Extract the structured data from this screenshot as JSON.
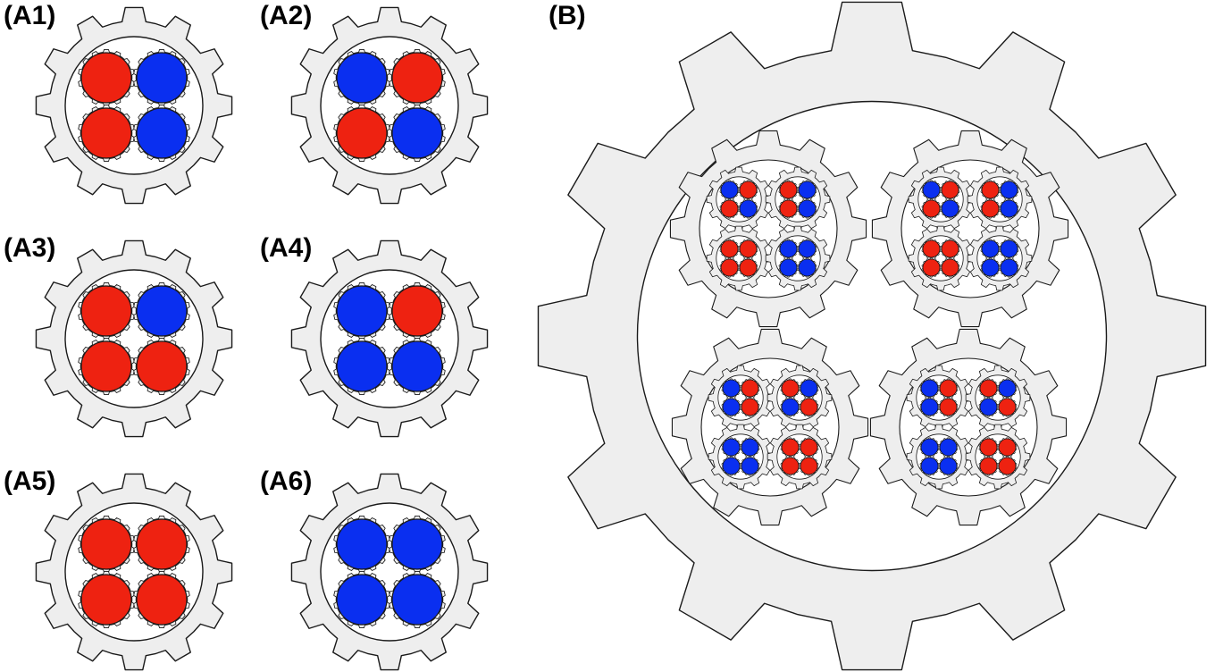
{
  "colors": {
    "red": "#ee2211",
    "blue": "#0a2ff0",
    "gear_fill": "#eeeeee",
    "stroke": "#1a1a1a"
  },
  "panels": [
    {
      "label": "(A1)",
      "pattern": [
        [
          "red",
          "blue"
        ],
        [
          "red",
          "blue"
        ]
      ]
    },
    {
      "label": "(A2)",
      "pattern": [
        [
          "blue",
          "red"
        ],
        [
          "red",
          "blue"
        ]
      ]
    },
    {
      "label": "(A3)",
      "pattern": [
        [
          "red",
          "blue"
        ],
        [
          "red",
          "red"
        ]
      ]
    },
    {
      "label": "(A4)",
      "pattern": [
        [
          "blue",
          "red"
        ],
        [
          "blue",
          "blue"
        ]
      ]
    },
    {
      "label": "(A5)",
      "pattern": [
        [
          "red",
          "red"
        ],
        [
          "red",
          "red"
        ]
      ]
    },
    {
      "label": "(A6)",
      "pattern": [
        [
          "blue",
          "blue"
        ],
        [
          "blue",
          "blue"
        ]
      ]
    }
  ],
  "panel_b": {
    "label": "(B)",
    "sub_gears": [
      {
        "pattern": [
          [
            [
              "blue",
              "red"
            ],
            [
              "red",
              "blue"
            ]
          ],
          [
            [
              "red",
              "blue"
            ],
            [
              "red",
              "blue"
            ]
          ],
          [
            [
              "red",
              "red"
            ],
            [
              "red",
              "red"
            ]
          ],
          [
            [
              "blue",
              "blue"
            ],
            [
              "blue",
              "blue"
            ]
          ]
        ]
      },
      {
        "pattern": [
          [
            [
              "blue",
              "red"
            ],
            [
              "red",
              "blue"
            ]
          ],
          [
            [
              "red",
              "blue"
            ],
            [
              "red",
              "blue"
            ]
          ],
          [
            [
              "red",
              "red"
            ],
            [
              "red",
              "red"
            ]
          ],
          [
            [
              "blue",
              "blue"
            ],
            [
              "blue",
              "blue"
            ]
          ]
        ]
      },
      {
        "pattern": [
          [
            [
              "blue",
              "red"
            ],
            [
              "blue",
              "red"
            ]
          ],
          [
            [
              "red",
              "blue"
            ],
            [
              "blue",
              "red"
            ]
          ],
          [
            [
              "blue",
              "blue"
            ],
            [
              "blue",
              "blue"
            ]
          ],
          [
            [
              "red",
              "red"
            ],
            [
              "red",
              "red"
            ]
          ]
        ]
      },
      {
        "pattern": [
          [
            [
              "blue",
              "red"
            ],
            [
              "blue",
              "red"
            ]
          ],
          [
            [
              "red",
              "blue"
            ],
            [
              "blue",
              "red"
            ]
          ],
          [
            [
              "blue",
              "blue"
            ],
            [
              "blue",
              "blue"
            ]
          ],
          [
            [
              "red",
              "red"
            ],
            [
              "red",
              "red"
            ]
          ]
        ]
      }
    ]
  }
}
